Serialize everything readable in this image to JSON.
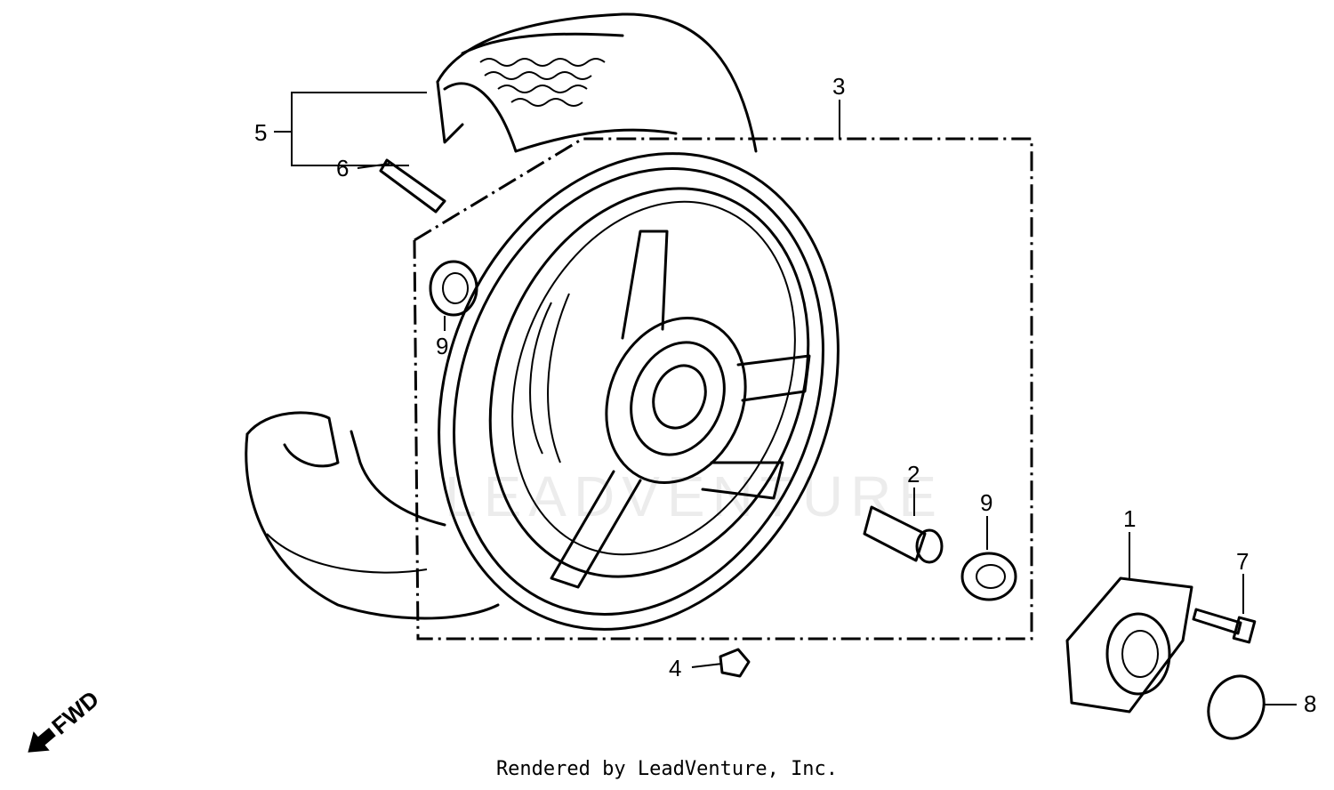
{
  "callouts": {
    "p1": "1",
    "p2": "2",
    "p3": "3",
    "p4": "4",
    "p5": "5",
    "p6": "6",
    "p7": "7",
    "p8": "8",
    "p9a": "9",
    "p9b": "9"
  },
  "direction": {
    "label": "FWD",
    "icon": "forward-arrow-icon"
  },
  "watermark": "LEADVENTURE",
  "footer": "Rendered by LeadVenture, Inc."
}
